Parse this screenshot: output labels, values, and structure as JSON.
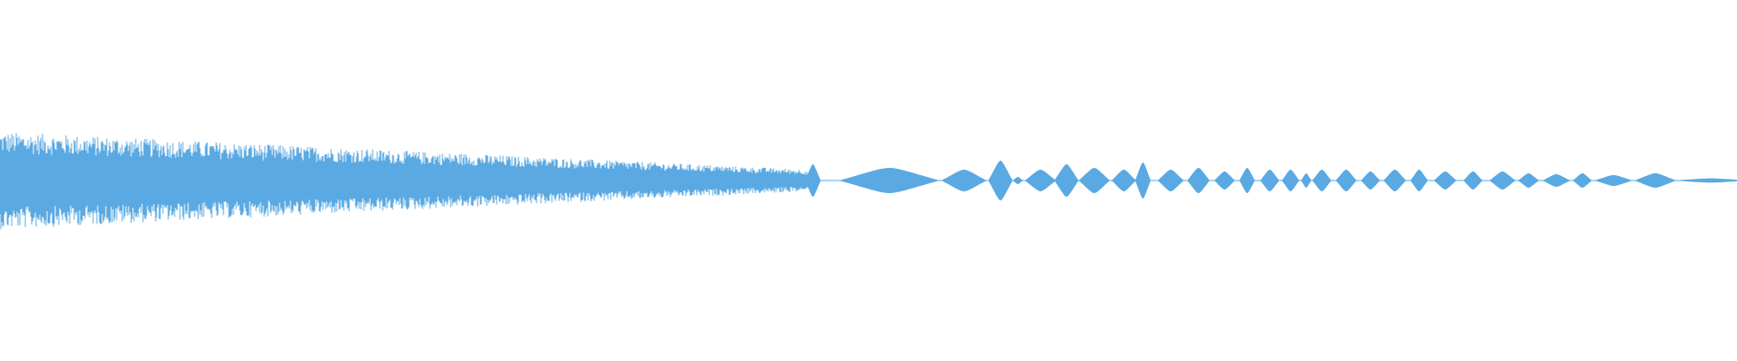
{
  "waveform": {
    "color": "#5aa9e2",
    "background": "#ffffff",
    "dense_segment": {
      "start_fraction": 0.0,
      "end_fraction": 0.465,
      "peak_amplitude": 0.27,
      "end_amplitude": 0.06
    },
    "blobs": [
      {
        "center_fraction": 0.468,
        "half_width_fraction": 0.0045,
        "amplitude": 0.09
      },
      {
        "center_fraction": 0.512,
        "half_width_fraction": 0.029,
        "amplitude": 0.07
      },
      {
        "center_fraction": 0.555,
        "half_width_fraction": 0.013,
        "amplitude": 0.06
      },
      {
        "center_fraction": 0.576,
        "half_width_fraction": 0.007,
        "amplitude": 0.11
      },
      {
        "center_fraction": 0.586,
        "half_width_fraction": 0.003,
        "amplitude": 0.02
      },
      {
        "center_fraction": 0.599,
        "half_width_fraction": 0.009,
        "amplitude": 0.06
      },
      {
        "center_fraction": 0.614,
        "half_width_fraction": 0.007,
        "amplitude": 0.09
      },
      {
        "center_fraction": 0.63,
        "half_width_fraction": 0.009,
        "amplitude": 0.07
      },
      {
        "center_fraction": 0.647,
        "half_width_fraction": 0.007,
        "amplitude": 0.06
      },
      {
        "center_fraction": 0.658,
        "half_width_fraction": 0.0045,
        "amplitude": 0.1
      },
      {
        "center_fraction": 0.674,
        "half_width_fraction": 0.0075,
        "amplitude": 0.06
      },
      {
        "center_fraction": 0.69,
        "half_width_fraction": 0.0065,
        "amplitude": 0.07
      },
      {
        "center_fraction": 0.705,
        "half_width_fraction": 0.006,
        "amplitude": 0.05
      },
      {
        "center_fraction": 0.718,
        "half_width_fraction": 0.0045,
        "amplitude": 0.07
      },
      {
        "center_fraction": 0.731,
        "half_width_fraction": 0.0055,
        "amplitude": 0.06
      },
      {
        "center_fraction": 0.743,
        "half_width_fraction": 0.005,
        "amplitude": 0.06
      },
      {
        "center_fraction": 0.752,
        "half_width_fraction": 0.003,
        "amplitude": 0.04
      },
      {
        "center_fraction": 0.761,
        "half_width_fraction": 0.0055,
        "amplitude": 0.06
      },
      {
        "center_fraction": 0.775,
        "half_width_fraction": 0.006,
        "amplitude": 0.06
      },
      {
        "center_fraction": 0.789,
        "half_width_fraction": 0.0055,
        "amplitude": 0.05
      },
      {
        "center_fraction": 0.803,
        "half_width_fraction": 0.0065,
        "amplitude": 0.06
      },
      {
        "center_fraction": 0.817,
        "half_width_fraction": 0.005,
        "amplitude": 0.06
      },
      {
        "center_fraction": 0.832,
        "half_width_fraction": 0.0065,
        "amplitude": 0.05
      },
      {
        "center_fraction": 0.848,
        "half_width_fraction": 0.0055,
        "amplitude": 0.05
      },
      {
        "center_fraction": 0.865,
        "half_width_fraction": 0.0075,
        "amplitude": 0.05
      },
      {
        "center_fraction": 0.88,
        "half_width_fraction": 0.006,
        "amplitude": 0.04
      },
      {
        "center_fraction": 0.896,
        "half_width_fraction": 0.008,
        "amplitude": 0.035
      },
      {
        "center_fraction": 0.911,
        "half_width_fraction": 0.0055,
        "amplitude": 0.04
      },
      {
        "center_fraction": 0.929,
        "half_width_fraction": 0.011,
        "amplitude": 0.03
      },
      {
        "center_fraction": 0.953,
        "half_width_fraction": 0.012,
        "amplitude": 0.04
      },
      {
        "center_fraction": 0.985,
        "half_width_fraction": 0.022,
        "amplitude": 0.012
      }
    ]
  }
}
